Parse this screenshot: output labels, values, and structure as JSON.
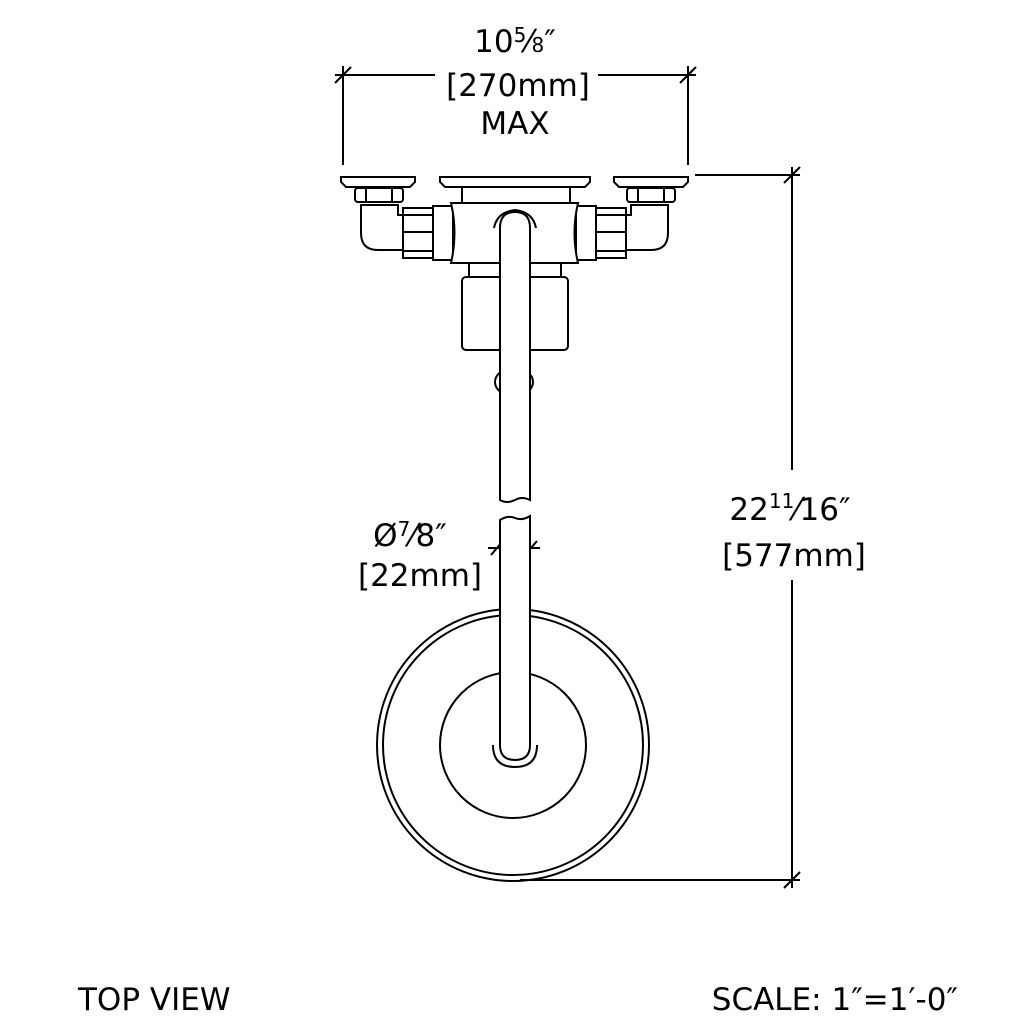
{
  "width_dimension": {
    "whole": "10",
    "num": "5",
    "den": "8",
    "unit": "″",
    "metric": "[270mm]",
    "qualifier": "MAX"
  },
  "height_dimension": {
    "whole": "22",
    "num": "11",
    "den": "16",
    "unit": "″",
    "metric": "[577mm]"
  },
  "diameter_dimension": {
    "symbol": "Ø",
    "num": "7",
    "den": "8",
    "unit": "″",
    "metric": "[22mm]"
  },
  "view_label": "TOP VIEW",
  "scale_label": "SCALE: 1″=1′-0″"
}
